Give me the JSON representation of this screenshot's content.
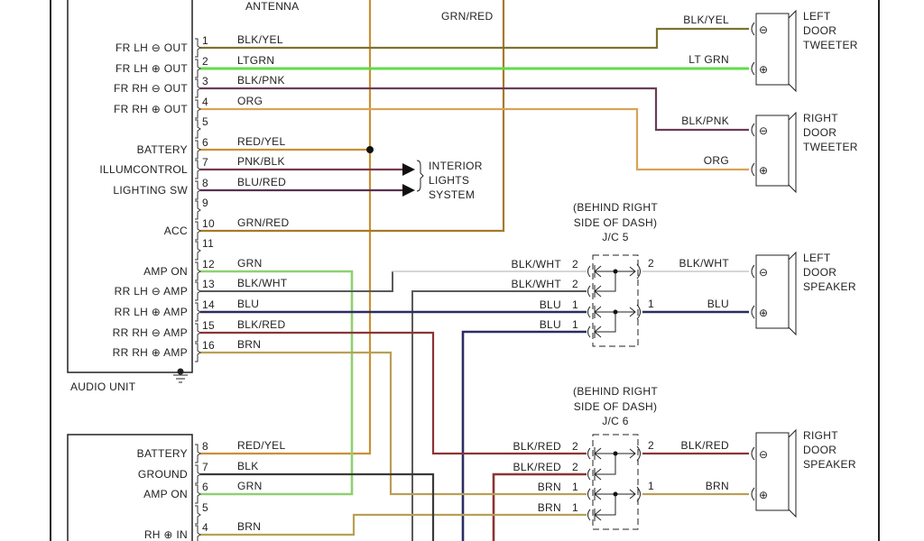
{
  "audio_unit": {
    "label": "AUDIO UNIT",
    "antenna_label": "ANTENNA",
    "grn_red_label": "GRN/RED",
    "pins": [
      {
        "num": "1",
        "func": "FR LH ⊖ OUT",
        "wire": "BLK/YEL"
      },
      {
        "num": "2",
        "func": "FR LH ⊕ OUT",
        "wire": "LTGRN"
      },
      {
        "num": "3",
        "func": "FR RH ⊖ OUT",
        "wire": "BLK/PNK"
      },
      {
        "num": "4",
        "func": "FR RH ⊕ OUT",
        "wire": "ORG"
      },
      {
        "num": "5",
        "func": "",
        "wire": ""
      },
      {
        "num": "6",
        "func": "BATTERY",
        "wire": "RED/YEL"
      },
      {
        "num": "7",
        "func": "ILLUMCONTROL",
        "wire": "PNK/BLK"
      },
      {
        "num": "8",
        "func": "LIGHTING SW",
        "wire": "BLU/RED"
      },
      {
        "num": "9",
        "func": "",
        "wire": ""
      },
      {
        "num": "10",
        "func": "ACC",
        "wire": "GRN/RED"
      },
      {
        "num": "11",
        "func": "",
        "wire": ""
      },
      {
        "num": "12",
        "func": "AMP ON",
        "wire": "GRN"
      },
      {
        "num": "13",
        "func": "RR LH ⊖ AMP",
        "wire": "BLK/WHT"
      },
      {
        "num": "14",
        "func": "RR LH ⊕ AMP",
        "wire": "BLU"
      },
      {
        "num": "15",
        "func": "RR RH ⊖ AMP",
        "wire": "BLK/RED"
      },
      {
        "num": "16",
        "func": "RR RH ⊕ AMP",
        "wire": "BRN"
      }
    ]
  },
  "amp_unit": {
    "pins": [
      {
        "num": "8",
        "func": "BATTERY",
        "wire": "RED/YEL"
      },
      {
        "num": "7",
        "func": "GROUND",
        "wire": "BLK"
      },
      {
        "num": "6",
        "func": "AMP ON",
        "wire": "GRN"
      },
      {
        "num": "5",
        "func": "",
        "wire": ""
      },
      {
        "num": "4",
        "func": "RH ⊕ IN",
        "wire": "BRN"
      }
    ]
  },
  "interior_lights": {
    "lines": [
      "INTERIOR",
      "LIGHTS",
      "SYSTEM"
    ]
  },
  "junctions": [
    {
      "lines": [
        "(BEHIND RIGHT",
        "SIDE OF DASH)",
        "J/C 5"
      ],
      "left_rows": [
        {
          "wire": "BLK/WHT",
          "num": "2"
        },
        {
          "wire": "BLK/WHT",
          "num": "2"
        },
        {
          "wire": "BLU",
          "num": "1"
        },
        {
          "wire": "BLU",
          "num": "1"
        }
      ],
      "right_rows": [
        {
          "num": "2",
          "wire": "BLK/WHT"
        },
        {
          "num": "1",
          "wire": "BLU"
        }
      ]
    },
    {
      "lines": [
        "(BEHIND RIGHT",
        "SIDE OF DASH)",
        "J/C 6"
      ],
      "left_rows": [
        {
          "wire": "BLK/RED",
          "num": "2"
        },
        {
          "wire": "BLK/RED",
          "num": "2"
        },
        {
          "wire": "BRN",
          "num": "1"
        },
        {
          "wire": "BRN",
          "num": "1"
        }
      ],
      "right_rows": [
        {
          "num": "2",
          "wire": "BLK/RED"
        },
        {
          "num": "1",
          "wire": "BRN"
        }
      ]
    }
  ],
  "speakers": [
    {
      "lines": [
        "LEFT",
        "DOOR",
        "TWEETER"
      ],
      "minus_wire": "BLK/YEL",
      "plus_wire": "LT GRN"
    },
    {
      "lines": [
        "RIGHT",
        "DOOR",
        "TWEETER"
      ],
      "minus_wire": "BLK/PNK",
      "plus_wire": "ORG"
    },
    {
      "lines": [
        "LEFT",
        "DOOR",
        "SPEAKER"
      ]
    },
    {
      "lines": [
        "RIGHT",
        "DOOR",
        "SPEAKER"
      ]
    }
  ],
  "terminal_symbols": {
    "minus": "⊖",
    "plus": "⊕"
  },
  "wire_colors": {
    "BLK/YEL": "#7d7330",
    "LTGRN": "#5fdc4a",
    "BLK/PNK": "#6a3c58",
    "ORG": "#d9a356",
    "RED/YEL": "#c99036",
    "PNK/BLK": "#7a3a4c",
    "BLU/RED": "#5a2f52",
    "GRN/RED": "#a67a2a",
    "GRN": "#8fd070",
    "BLK/WHT": "#5a5a5a",
    "BLK/WHT_LIGHT": "#c8c8c8",
    "BLU": "#2c2c62",
    "BLK/RED": "#8c3434",
    "BRN": "#b8a055",
    "BLK": "#3a3a3a"
  }
}
